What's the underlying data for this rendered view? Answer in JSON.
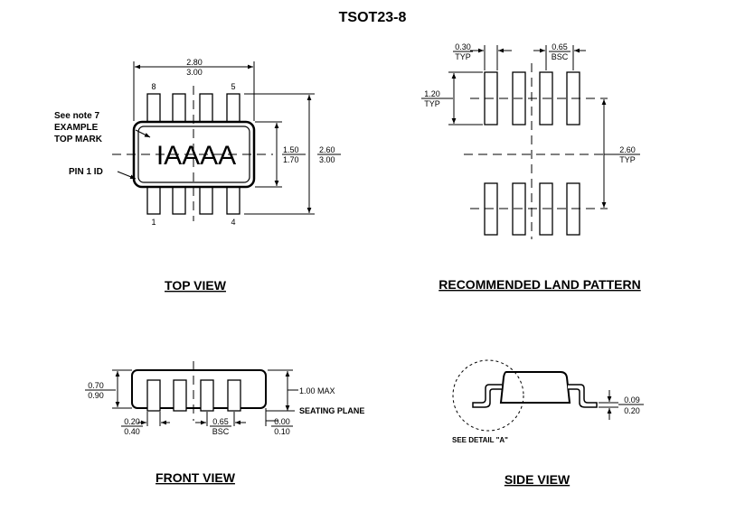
{
  "title": "TSOT23-8",
  "top_view": {
    "caption": "TOP VIEW",
    "width_min": "2.80",
    "width_max": "3.00",
    "body_w_min": "1.50",
    "body_w_max": "1.70",
    "span_min": "2.60",
    "span_max": "3.00",
    "pin_8": "8",
    "pin_5": "5",
    "pin_1": "1",
    "pin_4": "4",
    "note_line1": "See note 7",
    "note_line2": "EXAMPLE",
    "note_line3": "TOP MARK",
    "pin1_id": "PIN 1 ID",
    "top_mark": "IAAAA"
  },
  "land_pattern": {
    "caption": "RECOMMENDED LAND PATTERN",
    "pad_w": "0.30",
    "pad_w_note": "TYP",
    "pitch": "0.65",
    "pitch_note": "BSC",
    "pad_len": "1.20",
    "pad_len_note": "TYP",
    "row_span": "2.60",
    "row_span_note": "TYP"
  },
  "front_view": {
    "caption": "FRONT VIEW",
    "h_min": "0.70",
    "h_max": "0.90",
    "max_h": "1.00 MAX",
    "seating_plane": "SEATING PLANE",
    "lead_w_min": "0.20",
    "lead_w_max": "0.40",
    "pitch": "0.65",
    "pitch_note": "BSC",
    "standoff_min": "0.00",
    "standoff_max": "0.10"
  },
  "side_view": {
    "caption": "SIDE VIEW",
    "detail_note": "SEE DETAIL \"A\"",
    "lead_t_min": "0.09",
    "lead_t_max": "0.20"
  }
}
